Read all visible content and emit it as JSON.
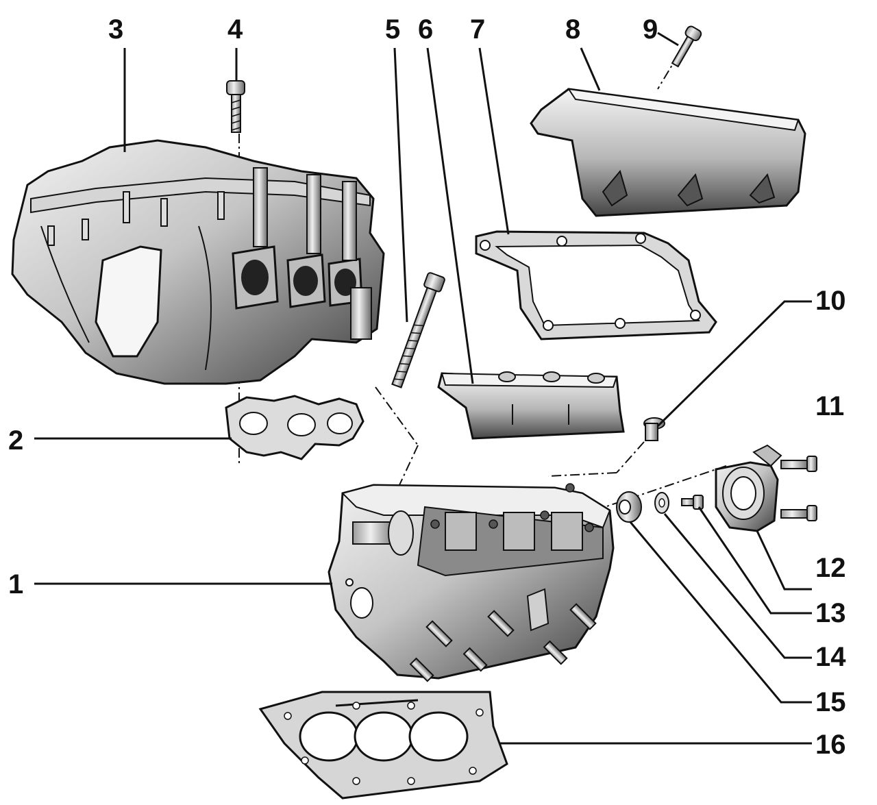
{
  "callouts": [
    {
      "id": "1",
      "label": "1"
    },
    {
      "id": "2",
      "label": "2"
    },
    {
      "id": "3",
      "label": "3"
    },
    {
      "id": "4",
      "label": "4"
    },
    {
      "id": "5",
      "label": "5"
    },
    {
      "id": "6",
      "label": "6"
    },
    {
      "id": "7",
      "label": "7"
    },
    {
      "id": "8",
      "label": "8"
    },
    {
      "id": "9",
      "label": "9"
    },
    {
      "id": "10",
      "label": "10"
    },
    {
      "id": "11",
      "label": "11"
    },
    {
      "id": "12",
      "label": "12"
    },
    {
      "id": "13",
      "label": "13"
    },
    {
      "id": "14",
      "label": "14"
    },
    {
      "id": "15",
      "label": "15"
    },
    {
      "id": "16",
      "label": "16"
    }
  ],
  "colors": {
    "ink": "#111111",
    "metal_light": "#e6e6e6",
    "metal_mid": "#a9a9a9",
    "metal_dark": "#4a4a4a",
    "background": "#ffffff"
  }
}
